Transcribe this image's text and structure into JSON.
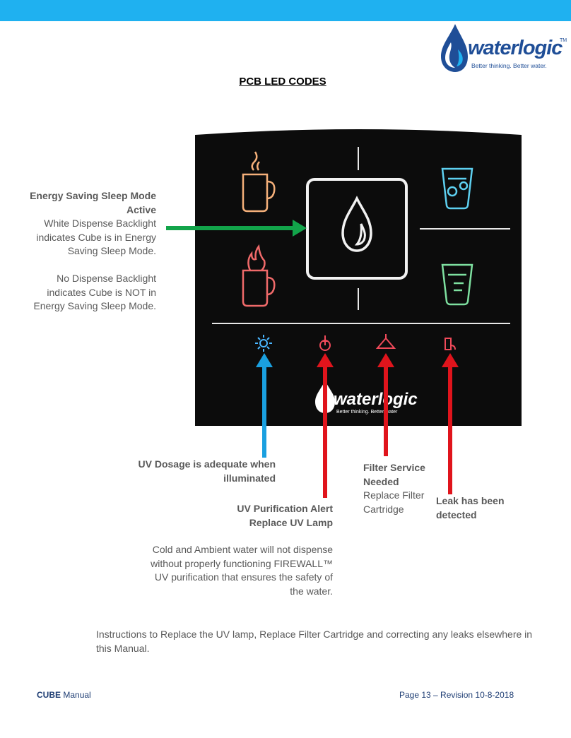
{
  "header": {
    "logo_word": "waterlogic",
    "logo_tm": "TM",
    "logo_tagline": "Better thinking. Better water."
  },
  "title": "PCB LED CODES",
  "panel": {
    "logo_word": "waterlogic",
    "logo_tagline": "Better thinking. Better water"
  },
  "labels": {
    "energy_title_1": "Energy Saving Sleep Mode",
    "energy_title_2": "Active",
    "energy_desc_1": "White Dispense Backlight",
    "energy_desc_2": "indicates Cube is in Energy",
    "energy_desc_3": "Saving Sleep Mode.",
    "energy_desc_4": "No Dispense Backlight",
    "energy_desc_5": "indicates Cube is NOT in",
    "energy_desc_6": "Energy Saving Sleep Mode.",
    "uv_dose_1": "UV Dosage is adequate when",
    "uv_dose_2": "illuminated",
    "uv_alert_1": "UV Purification Alert",
    "uv_alert_2": "Replace UV Lamp",
    "cold_1": "Cold and Ambient water will not dispense",
    "cold_2": "without properly functioning FIREWALL™",
    "cold_3": "UV purification that ensures the safety of",
    "cold_4": "the water.",
    "filter_title_1": "Filter Service",
    "filter_title_2": "Needed",
    "filter_desc_1": "Replace Filter",
    "filter_desc_2": "Cartridge",
    "leak_1": "Leak has been",
    "leak_2": "detected"
  },
  "instructions": "Instructions to Replace the UV lamp, Replace Filter Cartridge and correcting any leaks elsewhere in this Manual.",
  "footer": {
    "brand": "CUBE",
    "manual": " Manual",
    "page": "Page 13 – Revision 10-8-2018"
  },
  "colors": {
    "topbar": "#1fb1f0",
    "brand_blue": "#1f4e97",
    "green_arrow": "#12a44a",
    "blue_arrow": "#1aa0e0",
    "red_arrow": "#e0141c"
  }
}
